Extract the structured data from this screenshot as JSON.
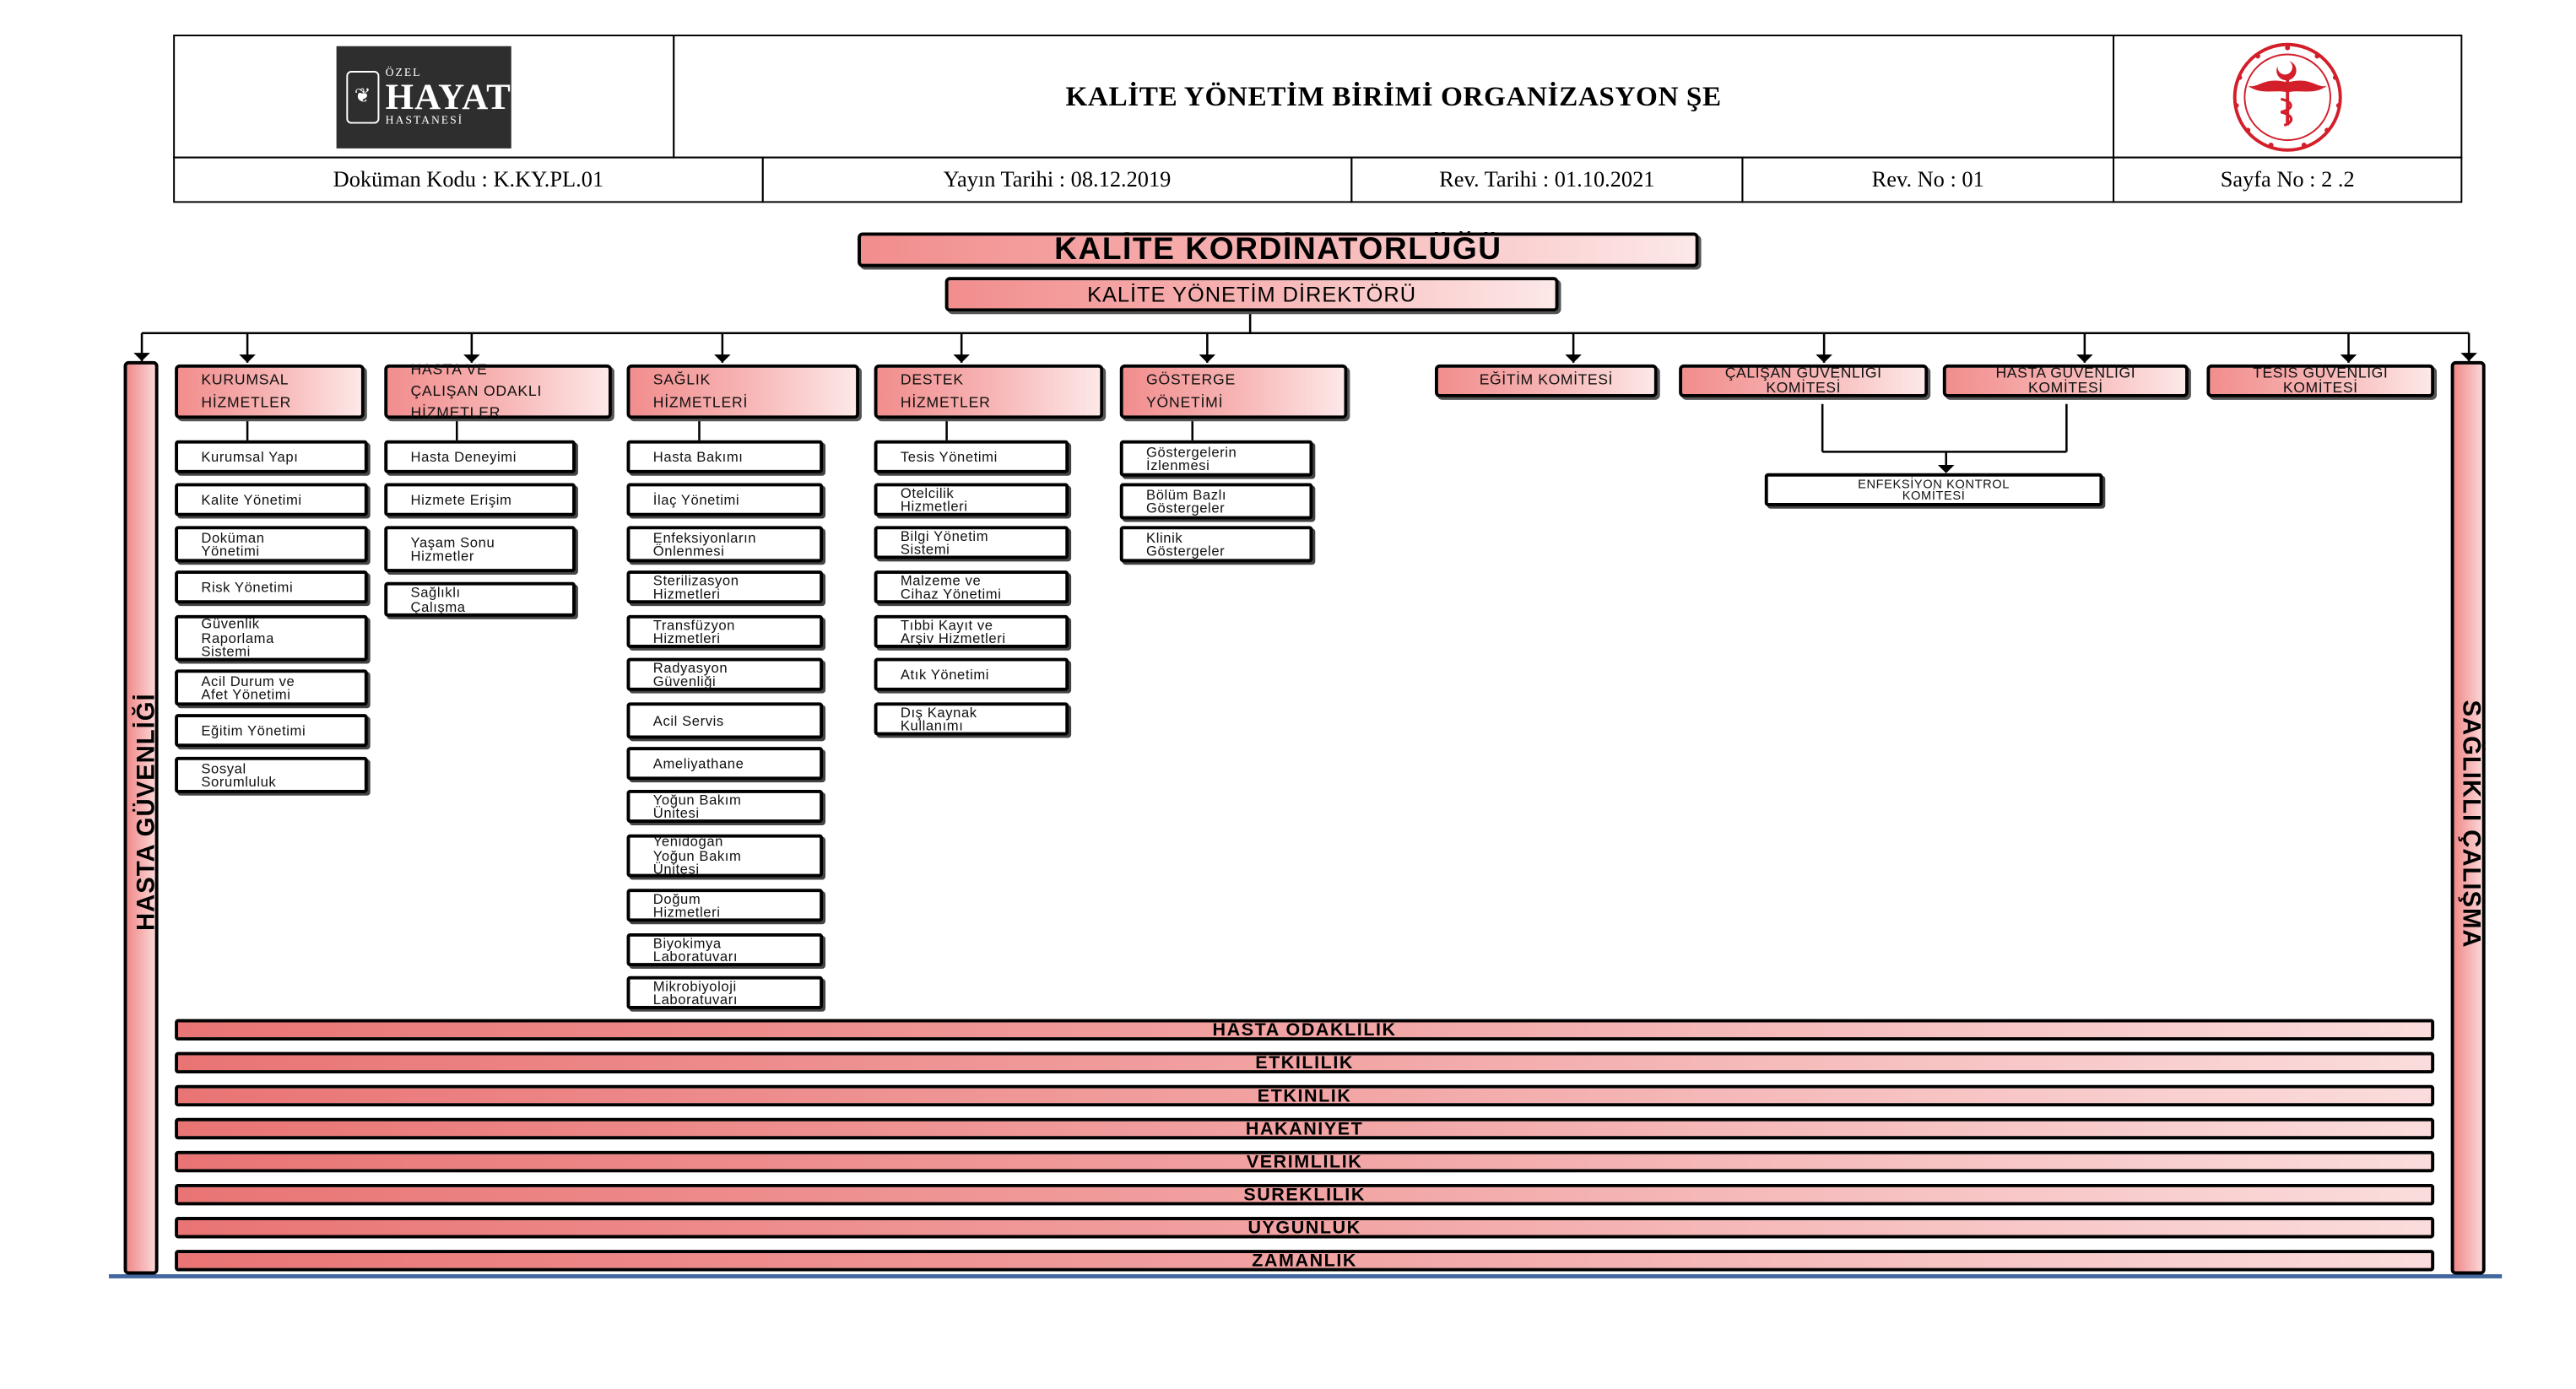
{
  "header": {
    "logo": {
      "small": "ÖZEL",
      "name": "HAYAT",
      "sub": "HASTANESİ"
    },
    "title": "KALİTE YÖNETİM BİRİMİ ORGANİZASYON ŞE",
    "meta": {
      "doc_code": "Doküman Kodu : K.KY.PL.01",
      "publish_date": "Yayın Tarihi : 08.12.2019",
      "rev_date": "Rev. Tarihi : 01.10.2021",
      "rev_no": "Rev. No : 01",
      "page_no": "Sayfa No : 2 .2"
    },
    "seal_icon": "ministry-of-health-seal"
  },
  "chart": {
    "top": "KALİTE KORDİNATORLÜĞÜ",
    "director": "KALİTE YÖNETİM DİREKTÖRÜ",
    "categories": [
      {
        "title": [
          "KURUMSAL",
          "HİZMETLER"
        ],
        "items": [
          [
            "Kurumsal Yapı"
          ],
          [
            "Kalite Yönetimi"
          ],
          [
            "Doküman",
            "Yönetimi"
          ],
          [
            "Risk Yönetimi"
          ],
          [
            "Güvenlik",
            "Raporlama",
            "Sistemi"
          ],
          [
            "Acil Durum ve",
            "Afet Yönetimi"
          ],
          [
            "Eğitim Yönetimi"
          ],
          [
            "Sosyal",
            "Sorumluluk"
          ]
        ]
      },
      {
        "title": [
          "HASTA VE",
          "ÇALIŞAN ODAKLI",
          "HİZMETLER"
        ],
        "items": [
          [
            "Hasta Deneyimi"
          ],
          [
            "Hizmete Erişim"
          ],
          [
            "Yaşam Sonu",
            "Hizmetler"
          ],
          [
            "Sağlıklı",
            "Çalışma"
          ]
        ]
      },
      {
        "title": [
          "SAĞLIK",
          "HİZMETLERİ"
        ],
        "items": [
          [
            "Hasta Bakımı"
          ],
          [
            "İlaç Yönetimi"
          ],
          [
            "Enfeksiyonların",
            "Önlenmesi"
          ],
          [
            "Sterilizasyon",
            "Hizmetleri"
          ],
          [
            "Transfüzyon",
            "Hizmetleri"
          ],
          [
            "Radyasyon",
            "Güvenliği"
          ],
          [
            "Acil Servis"
          ],
          [
            "Ameliyathane"
          ],
          [
            "Yoğun Bakım",
            "Ünitesi"
          ],
          [
            "Yenidoğan",
            "Yoğun Bakım",
            "Ünitesi"
          ],
          [
            "Doğum",
            "Hizmetleri"
          ],
          [
            "Biyokimya",
            "Laboratuvarı"
          ],
          [
            "Mikrobiyoloji",
            "Laboratuvarı"
          ]
        ]
      },
      {
        "title": [
          "DESTEK",
          "HİZMETLER"
        ],
        "items": [
          [
            "Tesis Yönetimi"
          ],
          [
            "Otelcilik",
            "Hizmetleri"
          ],
          [
            "Bilgi Yönetim",
            "Sistemi"
          ],
          [
            "Malzeme ve",
            "Cihaz Yönetimi"
          ],
          [
            "Tıbbi Kayıt ve",
            "Arşiv Hizmetleri"
          ],
          [
            "Atık Yönetimi"
          ],
          [
            "Dış Kaynak",
            "Kullanımı"
          ]
        ]
      },
      {
        "title": [
          "GÖSTERGE",
          "YÖNETİMİ"
        ],
        "items": [
          [
            "Göstergelerin",
            "İzlenmesi"
          ],
          [
            "Bölüm Bazlı",
            "Göstergeler"
          ],
          [
            "Klinik",
            "Göstergeler"
          ]
        ]
      }
    ],
    "committees": [
      [
        "EĞİTİM KOMİTESİ"
      ],
      [
        "ÇALIŞAN GÜVENLİĞİ",
        "KOMİTESİ"
      ],
      [
        "HASTA GÜVENLİĞİ",
        "KOMİTESİ"
      ],
      [
        "TESİS GÜVENLİĞİ",
        "KOMİTESİ"
      ]
    ],
    "infection_committee": [
      "ENFEKSİYON KONTROL",
      "KOMİTESİ"
    ],
    "side_left": "HASTA GÜVENLİĞİ",
    "side_right": "SAĞLIKLI ÇALIŞMA",
    "bands": [
      "HASTA ODAKLILIK",
      "ETKİLİLİK",
      "ETKİNLİK",
      "HAKANİYET",
      "VERİMLİLİK",
      "SÜREKLİLİK",
      "UYGUNLUK",
      "ZAMANLIK"
    ]
  }
}
